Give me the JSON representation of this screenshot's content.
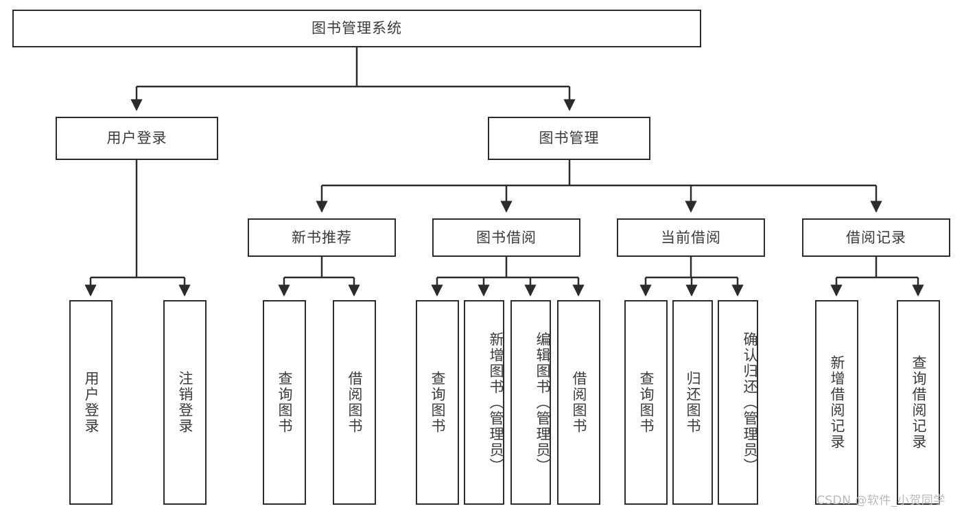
{
  "diagram": {
    "title": "图书管理系统",
    "type": "tree-hierarchy",
    "root": {
      "label": "图书管理系统"
    },
    "level2": [
      {
        "label": "用户登录"
      },
      {
        "label": "图书管理"
      }
    ],
    "level3": [
      {
        "label": "新书推荐"
      },
      {
        "label": "图书借阅"
      },
      {
        "label": "当前借阅"
      },
      {
        "label": "借阅记录"
      }
    ],
    "leaves": {
      "user_login": [
        {
          "label": "用户登录"
        },
        {
          "label": "注销登录"
        }
      ],
      "new_book_recommend": [
        {
          "label": "查询图书"
        },
        {
          "label": "借阅图书"
        }
      ],
      "book_borrow": [
        {
          "label": "查询图书"
        },
        {
          "label": "新增图书（管理员）"
        },
        {
          "label": "编辑图书（管理员）"
        },
        {
          "label": "借阅图书"
        }
      ],
      "current_borrow": [
        {
          "label": "查询图书"
        },
        {
          "label": "归还图书"
        },
        {
          "label": "确认归还（管理员）"
        }
      ],
      "borrow_records": [
        {
          "label": "新增借阅记录"
        },
        {
          "label": "查询借阅记录"
        }
      ]
    }
  },
  "watermark": {
    "text": "CSDN @软件_小贺同学"
  },
  "colors": {
    "stroke": "#2b2b2b",
    "fill": "#ffffff",
    "text": "#3a3a3a",
    "watermark": "#b9b9b9"
  }
}
